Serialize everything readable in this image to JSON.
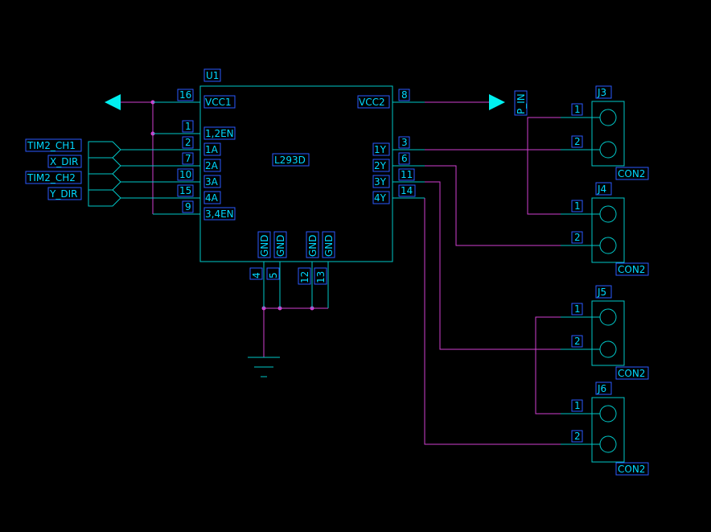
{
  "chip": {
    "ref": "U1",
    "part": "L293D",
    "left_pins": [
      {
        "num": "16",
        "name": "VCC1"
      },
      {
        "num": "1",
        "name": "1,2EN"
      },
      {
        "num": "2",
        "name": "1A"
      },
      {
        "num": "7",
        "name": "2A"
      },
      {
        "num": "10",
        "name": "3A"
      },
      {
        "num": "15",
        "name": "4A"
      },
      {
        "num": "9",
        "name": "3,4EN"
      }
    ],
    "right_pins": [
      {
        "num": "8",
        "name": "VCC2"
      },
      {
        "num": "3",
        "name": "1Y"
      },
      {
        "num": "6",
        "name": "2Y"
      },
      {
        "num": "11",
        "name": "3Y"
      },
      {
        "num": "14",
        "name": "4Y"
      }
    ],
    "bottom_pins": [
      {
        "num": "4",
        "name": "GND"
      },
      {
        "num": "5",
        "name": "GND"
      },
      {
        "num": "12",
        "name": "GND"
      },
      {
        "num": "13",
        "name": "GND"
      }
    ]
  },
  "net_labels": {
    "inputs": [
      "TIM2_CH1",
      "X_DIR",
      "TIM2_CH2",
      "Y_DIR"
    ],
    "power_out": "P_IN"
  },
  "connectors": [
    {
      "ref": "J3",
      "value": "CON2",
      "pin1": "1",
      "pin2": "2"
    },
    {
      "ref": "J4",
      "value": "CON2",
      "pin1": "1",
      "pin2": "2"
    },
    {
      "ref": "J5",
      "value": "CON2",
      "pin1": "1",
      "pin2": "2"
    },
    {
      "ref": "J6",
      "value": "CON2",
      "pin1": "1",
      "pin2": "2"
    }
  ],
  "colors": {
    "body": "#00c8c8",
    "wire": "#d040d0",
    "text": "#00d8ff",
    "label_box": "#2a5aff",
    "arrow": "#00f0f0"
  }
}
